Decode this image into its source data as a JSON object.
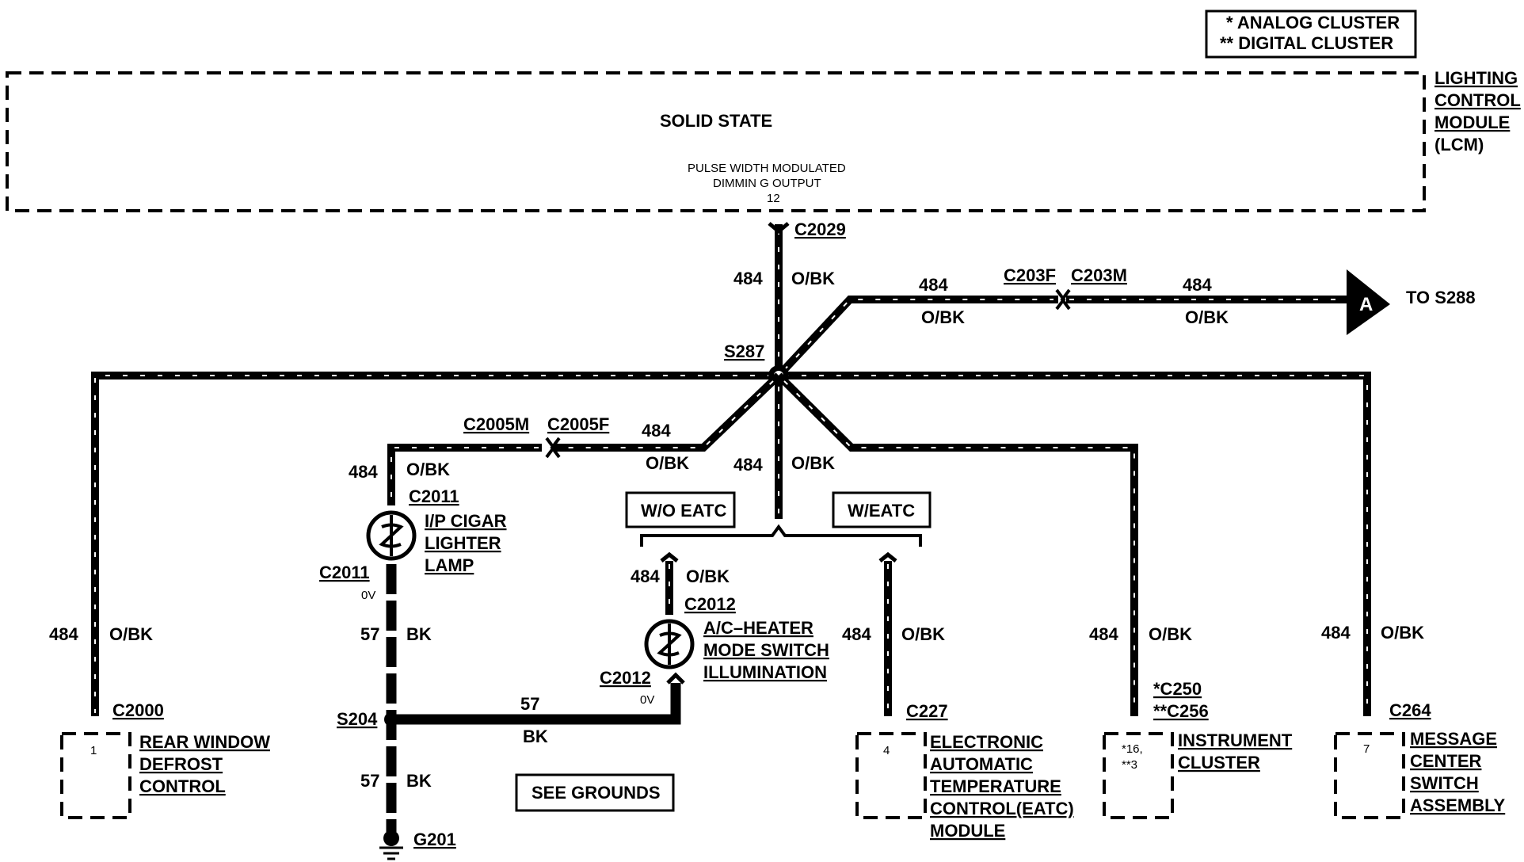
{
  "legend": {
    "analog": "* ANALOG CLUSTER",
    "digital": "** DIGITAL CLUSTER"
  },
  "module": {
    "name_lines": [
      "LIGHTING",
      "CONTROL",
      "MODULE",
      "(LCM)"
    ],
    "solid_state": "SOLID STATE",
    "output_lines": [
      "PULSE WIDTH MODULATED",
      "DIMMIN G OUTPUT"
    ],
    "pin": "12"
  },
  "connectors": {
    "c2029": "C2029",
    "c203f": "C203F",
    "c203m": "C203M",
    "c2005m": "C2005M",
    "c2005f": "C2005F",
    "c2011_top": "C2011",
    "c2011_bottom": "C2011",
    "c2012_top": "C2012",
    "c2012_bottom": "C2012",
    "c2000": "C2000",
    "c227": "C227",
    "c250": "*C250",
    "c256": "**C256",
    "c264": "C264"
  },
  "splices": {
    "s287": "S287",
    "s204": "S204",
    "g201": "G201"
  },
  "wires": {
    "circuit_484": "484",
    "color_obk": "O/BK",
    "circuit_57": "57",
    "color_bk": "BK",
    "voltage_0v": "0V"
  },
  "offpage": {
    "letter": "A",
    "to": "TO S288"
  },
  "options": {
    "wo_eatc": "W/O EATC",
    "w_eatc": "W/EATC"
  },
  "components": {
    "cigar_lamp": [
      "I/P CIGAR",
      "LIGHTER",
      "LAMP"
    ],
    "ac_heater": [
      "A/C–HEATER",
      "MODE SWITCH",
      "ILLUMINATION"
    ],
    "rear_window": [
      "REAR WINDOW",
      "DEFROST",
      "CONTROL"
    ],
    "eatc": [
      "ELECTRONIC",
      "AUTOMATIC",
      "TEMPERATURE",
      "CONTROL(EATC)",
      "MODULE"
    ],
    "instrument_cluster": [
      "INSTRUMENT",
      "CLUSTER"
    ],
    "message_center": [
      "MESSAGE",
      "CENTER",
      "SWITCH",
      "ASSEMBLY"
    ]
  },
  "pins": {
    "rear_window": "1",
    "eatc": "4",
    "cluster_analog": "*16,",
    "cluster_digital": "**3",
    "message_center": "7"
  },
  "grounds_note": "SEE GROUNDS"
}
